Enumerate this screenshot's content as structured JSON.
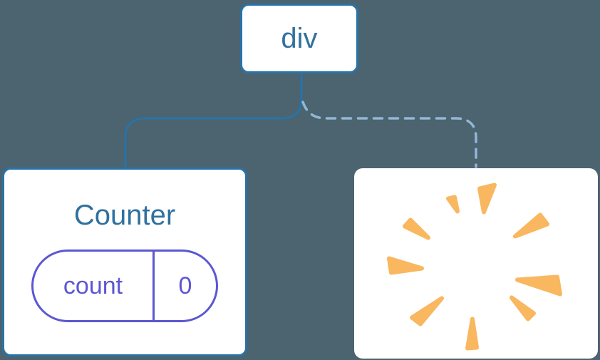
{
  "diagram": {
    "description": "Component tree: div root keeps Counter child with state, second child removed (poof)",
    "root_node": {
      "label": "div"
    },
    "counter_card": {
      "title": "Counter",
      "state": {
        "key": "count",
        "value": "0"
      }
    },
    "removed_card": {
      "icon": "poof-icon"
    },
    "edges": [
      {
        "from": "div",
        "to": "Counter",
        "style": "solid"
      },
      {
        "from": "div",
        "to": "removed-card",
        "style": "dashed"
      }
    ],
    "colors": {
      "background": "#4C6370",
      "node_fill": "#FFFFFF",
      "node_border": "#2973A7",
      "node_text": "#31719E",
      "solid_edge": "#2973A7",
      "dashed_edge": "#92B8D5",
      "state_purple": "#5C57D1",
      "poof_orange": "#F9B75F"
    }
  }
}
